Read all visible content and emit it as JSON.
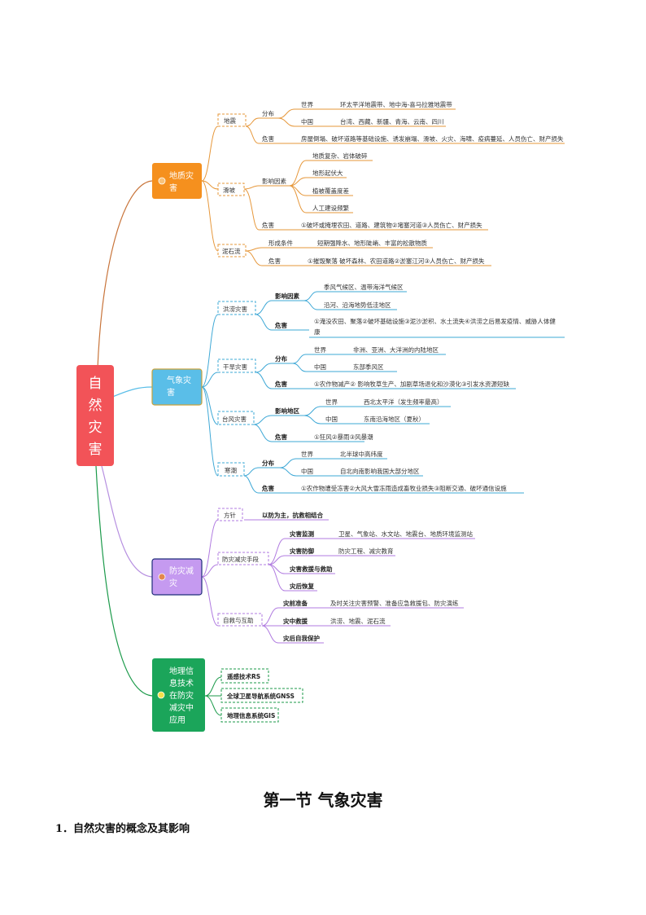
{
  "root": {
    "label": "自然灾害"
  },
  "geo": {
    "label": "地质灾害",
    "eq": {
      "label": "地震",
      "dist": "分布",
      "world": "世界",
      "world_v": "环太平洋地震带、地中海-喜马拉雅地震带",
      "china": "中国",
      "china_v": "台湾、西藏、新疆、青海、云南、四川",
      "harm": "危害",
      "harm_v": "房屋倒塌、破坏道路等基础设施、诱发崩塌、滑坡、火灾、海啸、疫病蔓延、人员伤亡、财产损失"
    },
    "ls": {
      "label": "滑坡",
      "factors": "影响因素",
      "f1": "地质复杂、岩体破碎",
      "f2": "地形起伏大",
      "f3": "植被覆盖度差",
      "f4": "人工建设频繁",
      "harm": "危害",
      "harm_v": "①破坏或掩埋农田、道路、建筑物②堵塞河道③人员伤亡、财产损失"
    },
    "df": {
      "label": "泥石流",
      "cond": "形成条件",
      "cond_v": "短期强降水、地形陡峭、丰富的松散物质",
      "harm": "危害",
      "harm_v": "①摧毁聚落 破坏森林、农田道路②淤塞江河③人员伤亡、财产损失"
    }
  },
  "met": {
    "label": "气象灾害",
    "flood": {
      "label": "洪涝灾害",
      "factors": "影响因素",
      "f1": "季风气候区、温带海洋气候区",
      "f2": "沿河、沿海地势低洼地区",
      "harm": "危害",
      "harm_v1": "①淹没农田、聚落②破坏基础设施③泥沙淤积、水土流失④洪涝之后易发疫情、威胁人体健",
      "harm_v2": "康"
    },
    "drought": {
      "label": "干旱灾害",
      "dist": "分布",
      "world": "世界",
      "world_v": "非洲、亚洲、大洋洲的内陆地区",
      "china": "中国",
      "china_v": "东部季风区",
      "harm": "危害",
      "harm_v": "①农作物减产② 影响牧草生产、加剧草场退化和沙漠化③引发水资源短缺"
    },
    "typhoon": {
      "label": "台风灾害",
      "area": "影响地区",
      "world": "世界",
      "world_v": "西北太平洋（发生频率最高）",
      "china": "中国",
      "china_v": "东南沿海地区（夏秋）",
      "harm": "危害",
      "harm_v": "①狂风②暴雨③风暴潮"
    },
    "cold": {
      "label": "寒潮",
      "dist": "分布",
      "world": "世界",
      "world_v": "北半球中高纬度",
      "china": "中国",
      "china_v": "自北向南影响我国大部分地区",
      "harm": "危害",
      "harm_v": "①农作物遭受冻害②大风大雪冻雨造成畜牧业损失③阻断交通、破坏通信设施"
    }
  },
  "prev": {
    "label": "防灾减灾",
    "policy": {
      "label": "方针",
      "value": "以防为主，抗救相结合"
    },
    "means": {
      "label": "防灾减灾手段",
      "monitor": "灾害监测",
      "monitor_v": "卫星、气象站、水文站、地震台、地质环境监测站",
      "defense": "灾害防御",
      "defense_v": "防灾工程、减灾教育",
      "rescue": "灾害救援与救助",
      "recovery": "灾后恢复"
    },
    "self": {
      "label": "自救与互助",
      "before": "灾前准备",
      "before_v": "及时关注灾害预警、准备应急救援包、防灾演练",
      "during": "灾中救援",
      "during_v": "洪涝、地震、泥石流",
      "after": "灾后自我保护"
    }
  },
  "gis": {
    "label": "地理信息技术在防灾减灾中应用",
    "rs": "遥感技术RS",
    "gnss": "全球卫星导航系统GNSS",
    "gis": "地理信息系统GIS"
  },
  "colors": {
    "root": "#F25358",
    "geo": "#F5901E",
    "met": "#5ABEE8",
    "prev": "#C59AF0",
    "gis": "#1BA55A"
  },
  "page": {
    "heading": "第一节 气象灾害",
    "subheading": "1．自然灾害的概念及其影响"
  }
}
